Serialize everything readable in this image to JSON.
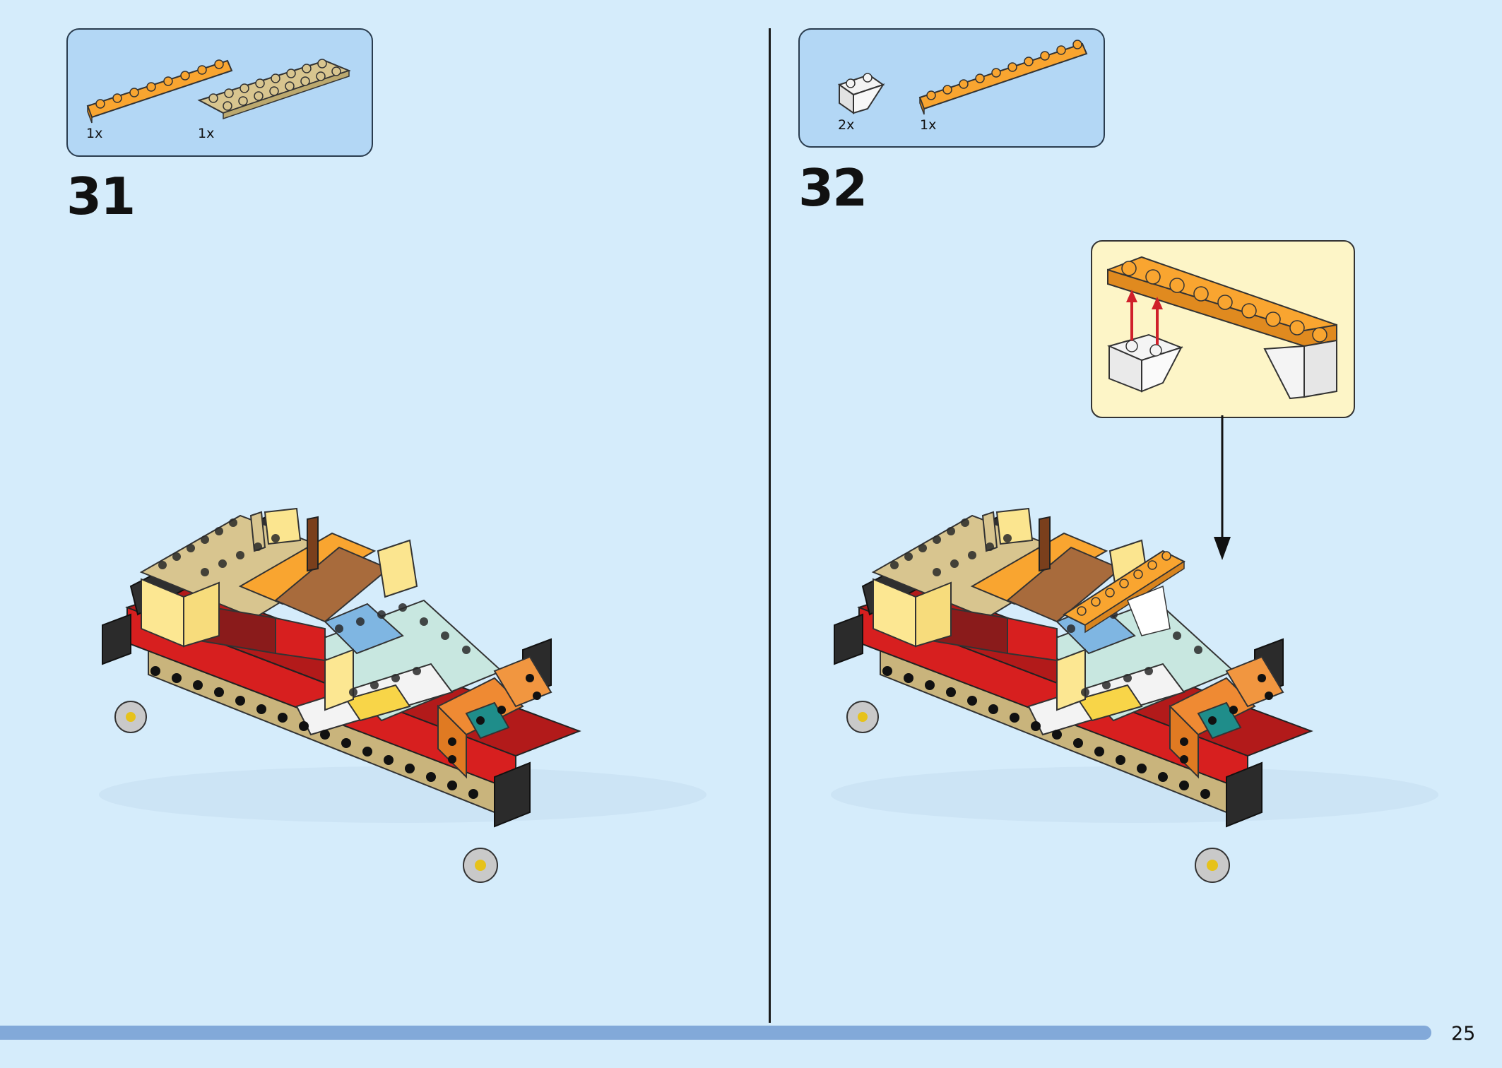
{
  "steps": [
    {
      "number": "31",
      "parts": [
        {
          "qty": "1x",
          "color": "#f9a530",
          "icon": "orange-plate-1x8-icon"
        },
        {
          "qty": "1x",
          "color": "#d8c58f",
          "icon": "tan-plate-2x8-icon"
        }
      ]
    },
    {
      "number": "32",
      "parts": [
        {
          "qty": "2x",
          "color": "#f4f4f4",
          "icon": "white-inverted-slope-icon"
        },
        {
          "qty": "1x",
          "color": "#f9a530",
          "icon": "orange-plate-1x10-icon"
        }
      ]
    }
  ],
  "page_number": "25",
  "colors": {
    "background": "#d5ecfb",
    "parts_box": "#b3d7f5",
    "callout": "#fdf5c7",
    "progress_bar": "#82a9d9",
    "arrow_red": "#d0202a"
  }
}
